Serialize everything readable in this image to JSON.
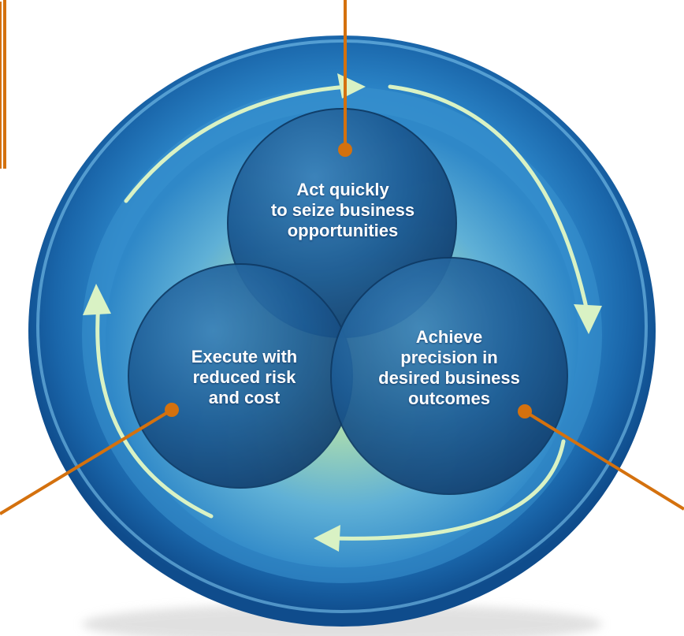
{
  "diagram": {
    "circles": [
      {
        "id": "top",
        "label": "Act quickly\nto seize business\nopportunities"
      },
      {
        "id": "left",
        "label": "Execute with\nreduced risk\nand cost"
      },
      {
        "id": "right",
        "label": "Achieve\nprecision in\ndesired business\noutcomes"
      }
    ]
  },
  "colors": {
    "ring_outer": "#1e6fb4",
    "ring_dark": "#0d3f7e",
    "center_glow": "#cfe9a6",
    "circle_fill": "#1a5a93",
    "arrow": "#d9f2c4",
    "connector": "#d4710e"
  }
}
